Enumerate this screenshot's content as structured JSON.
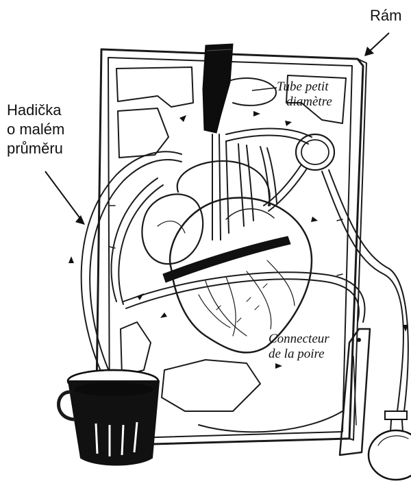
{
  "labels": {
    "frame": "Rám",
    "small_tube": [
      "Hadička",
      "o malém",
      "průměru"
    ],
    "tube_fr": [
      "Tube petit",
      "diamètre"
    ],
    "bulb_fr": [
      "Connecteur",
      "de la poire"
    ]
  }
}
